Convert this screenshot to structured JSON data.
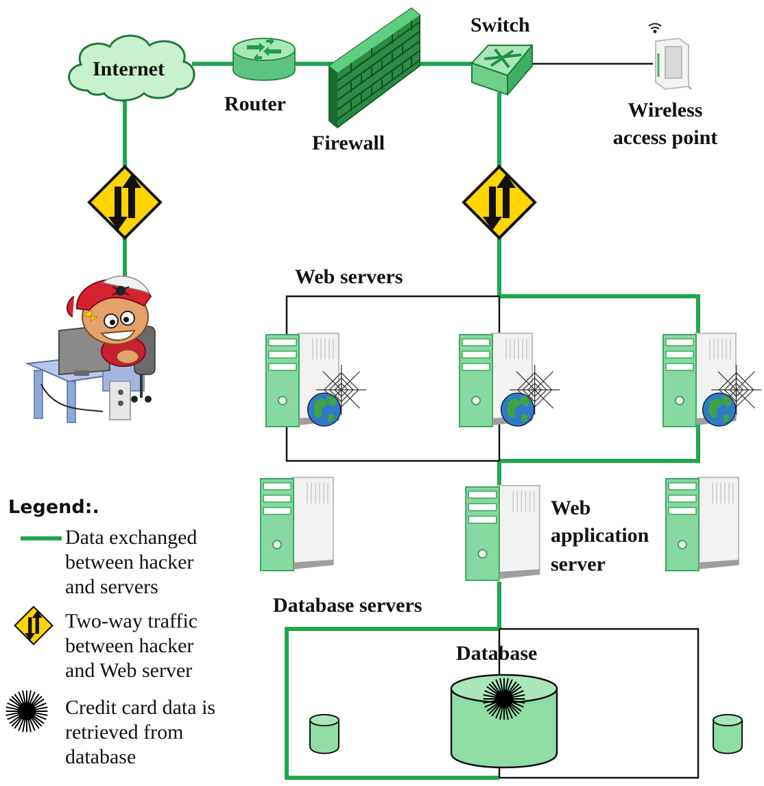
{
  "labels": {
    "internet": "Internet",
    "router": "Router",
    "firewall": "Firewall",
    "switch": "Switch",
    "wireless_line1": "Wireless",
    "wireless_line2": "access point",
    "web_servers": "Web servers",
    "web_app_line1": "Web",
    "web_app_line2": "application",
    "web_app_line3": "server",
    "database_servers": "Database servers",
    "database": "Database"
  },
  "legend": {
    "title": "Legend:.",
    "items": [
      {
        "icon": "green-line-icon",
        "lines": [
          "Data exchanged",
          "between hacker",
          "and servers"
        ]
      },
      {
        "icon": "two-way-traffic-sign-icon",
        "lines": [
          "Two-way traffic",
          "between hacker",
          "and Web server"
        ]
      },
      {
        "icon": "starburst-icon",
        "lines": [
          "Credit card data is",
          "retrieved from",
          "database"
        ]
      }
    ]
  },
  "colors": {
    "data_line": "#1fa84b",
    "plain_line": "#111111",
    "sign_fill": "#ffd400",
    "server_green": "#7fd39a",
    "database_green": "#8fdca6",
    "cloud_fill": "#c9f0cf"
  }
}
